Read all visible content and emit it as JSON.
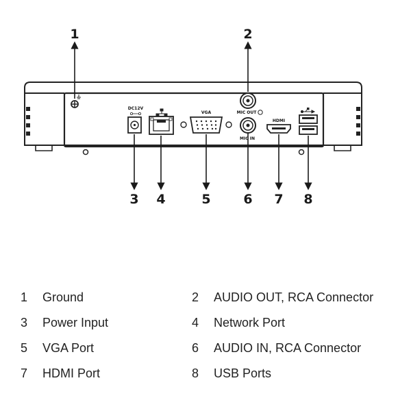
{
  "diagram": {
    "callouts": [
      "1",
      "2",
      "3",
      "4",
      "5",
      "6",
      "7",
      "8"
    ],
    "port_labels": {
      "power": "DC12V",
      "vga": "VGA",
      "mic_out": "MIC OUT",
      "mic_in": "MIC IN",
      "hdmi": "HDMI"
    },
    "icons": [
      "ground-icon",
      "network-icon",
      "usb-icon",
      "polarity-icon"
    ]
  },
  "legend": [
    {
      "number": "1",
      "label": "Ground"
    },
    {
      "number": "2",
      "label": "AUDIO OUT, RCA Connector"
    },
    {
      "number": "3",
      "label": "Power Input"
    },
    {
      "number": "4",
      "label": "Network Port"
    },
    {
      "number": "5",
      "label": "VGA Port"
    },
    {
      "number": "6",
      "label": "AUDIO IN, RCA Connector"
    },
    {
      "number": "7",
      "label": "HDMI Port"
    },
    {
      "number": "8",
      "label": "USB Ports"
    }
  ]
}
